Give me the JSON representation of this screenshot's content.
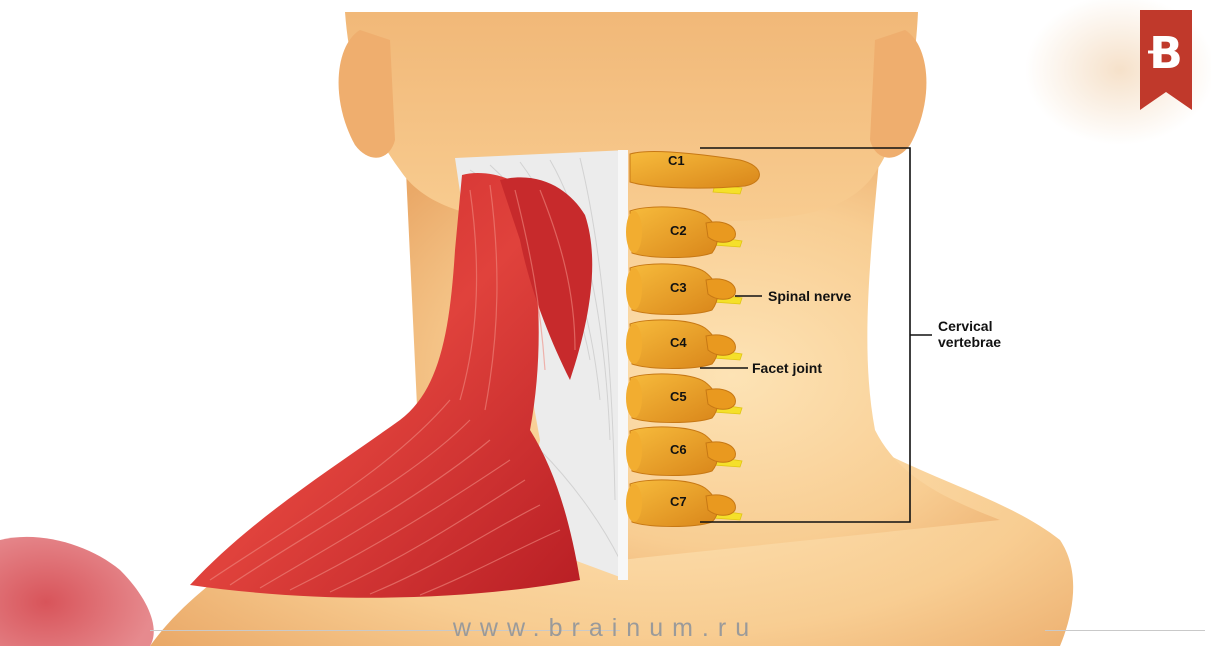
{
  "vertebrae": [
    "C1",
    "C2",
    "C3",
    "C4",
    "C5",
    "C6",
    "C7"
  ],
  "labels": {
    "spinal_nerve": "Spinal nerve",
    "facet_joint": "Facet joint",
    "cervical_vertebrae": "Cervical vertebrae"
  },
  "footer": {
    "url": "www.brainum.ru"
  },
  "brand": {
    "logo_letter": "B",
    "logo_color": "#c0392b"
  },
  "colors": {
    "skin": "#f6c489",
    "muscle": "#d3302f",
    "bone": "#f0a524",
    "nerve": "#f5e02a",
    "fascia": "#ededed"
  }
}
